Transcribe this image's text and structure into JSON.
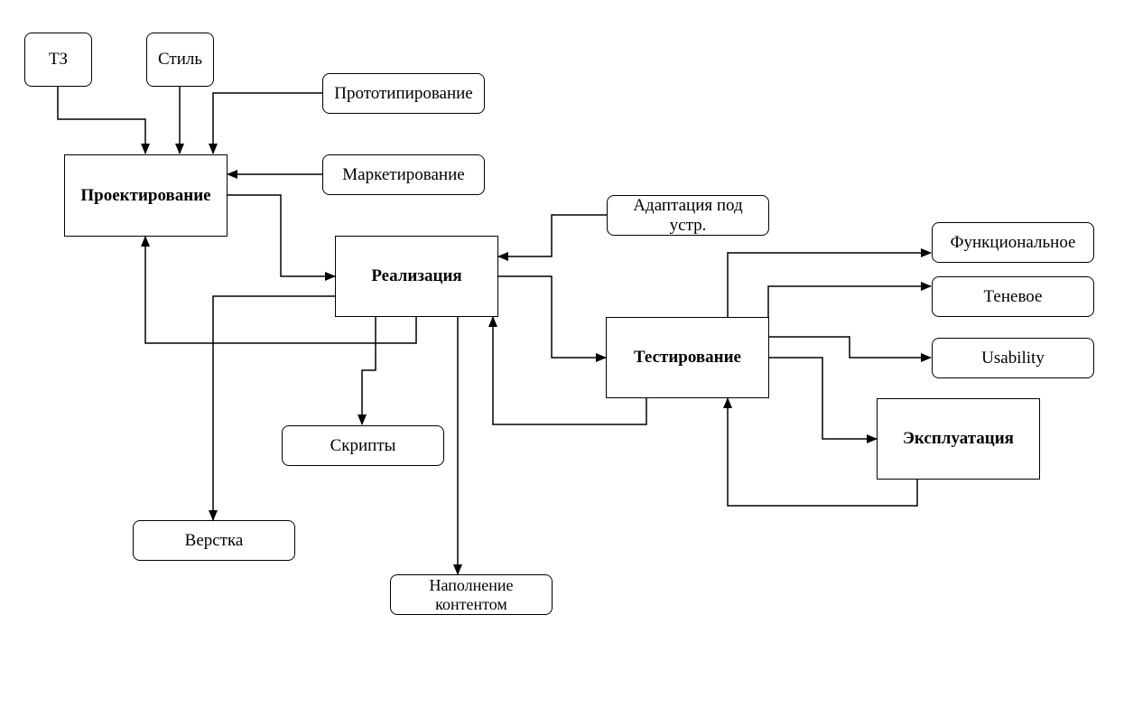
{
  "nodes": {
    "tz": "ТЗ",
    "style": "Стиль",
    "prototyping": "Прототипирование",
    "marketing": "Маркетирование",
    "design": "Проектирование",
    "implementation": "Реализация",
    "adaptation": "Адаптация под устр.",
    "scripts": "Скрипты",
    "layout": "Верстка",
    "content": "Наполнение контентом",
    "testing": "Тестирование",
    "functional": "Функциональное",
    "shadow": "Теневое",
    "usability": "Usability",
    "operation": "Эксплуатация"
  },
  "colors": {
    "stroke": "#000000",
    "background": "#ffffff"
  }
}
